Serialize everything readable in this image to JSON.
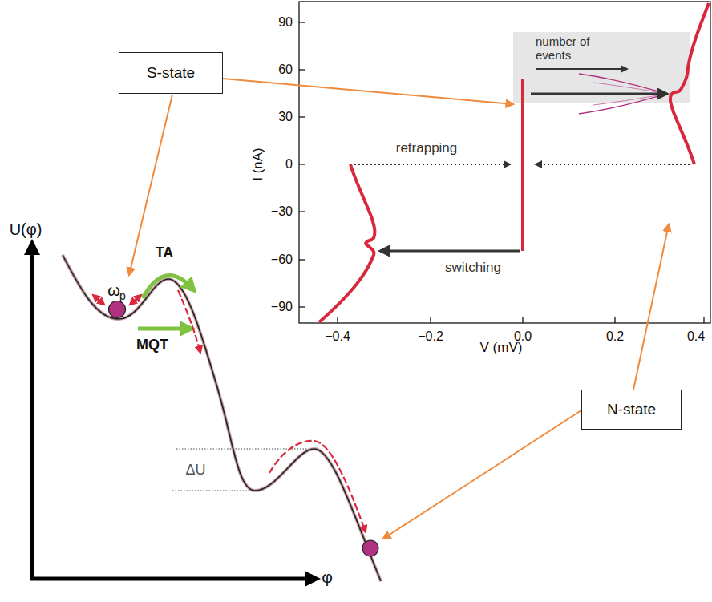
{
  "diagram": {
    "nodes": [
      {
        "text": [
          "S-state"
        ]
      },
      {
        "text": [
          "N-state"
        ]
      }
    ],
    "labels": [
      "U(φ)",
      "φ",
      "ω",
      "p",
      "TA",
      "MQT",
      "ΔU",
      "number of events",
      "retrapping",
      "switching",
      "I (nA)",
      "V (mV)",
      "90",
      "60",
      "30",
      "0",
      "−30",
      "−60",
      "−90",
      "−0.4",
      "−0.2",
      "0.0",
      "0.2",
      "0.4"
    ]
  }
}
